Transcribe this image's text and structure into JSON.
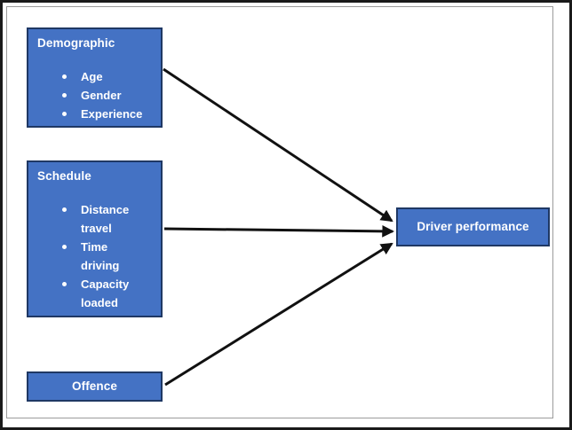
{
  "figure": {
    "type": "concept-diagram",
    "background": "#ffffff",
    "outer_border_color": "#1a1a1a",
    "inner_border_color": "#9b9b9b"
  },
  "colors": {
    "node_fill": "#4472c4",
    "node_border": "#1f3864",
    "node_text": "#ffffff",
    "arrow": "#111111"
  },
  "nodes": {
    "demographic": {
      "title": "Demographic",
      "items": [
        "Age",
        "Gender",
        "Experience"
      ]
    },
    "schedule": {
      "title": "Schedule",
      "items": [
        "Distance\ntravel",
        "Time\ndriving",
        "Capacity\nloaded"
      ]
    },
    "offence": {
      "title": "Offence"
    },
    "driver_performance": {
      "title": "Driver performance"
    }
  },
  "connections": [
    {
      "from": "Demographic",
      "to": "Driver performance"
    },
    {
      "from": "Schedule",
      "to": "Driver performance"
    },
    {
      "from": "Offence",
      "to": "Driver performance"
    }
  ]
}
